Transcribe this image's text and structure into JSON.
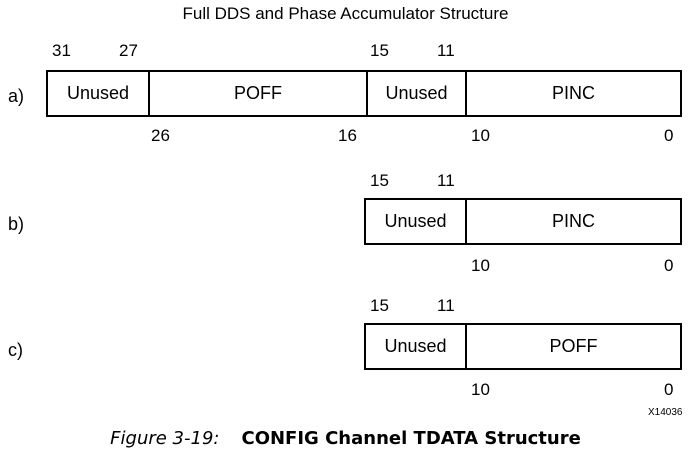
{
  "title": "Full DDS and Phase Accumulator Structure",
  "rows": {
    "a": {
      "label": "a)",
      "top_bits": [
        "31",
        "27",
        "15",
        "11"
      ],
      "bottom_bits": [
        "26",
        "16",
        "10",
        "0"
      ],
      "fields": [
        "Unused",
        "POFF",
        "Unused",
        "PINC"
      ]
    },
    "b": {
      "label": "b)",
      "top_bits": [
        "15",
        "11"
      ],
      "bottom_bits": [
        "10",
        "0"
      ],
      "fields": [
        "Unused",
        "PINC"
      ]
    },
    "c": {
      "label": "c)",
      "top_bits": [
        "15",
        "11"
      ],
      "bottom_bits": [
        "10",
        "0"
      ],
      "fields": [
        "Unused",
        "POFF"
      ]
    }
  },
  "figure_id": "X14036",
  "caption": {
    "number": "Figure 3-19:",
    "text": "CONFIG Channel TDATA Structure"
  }
}
